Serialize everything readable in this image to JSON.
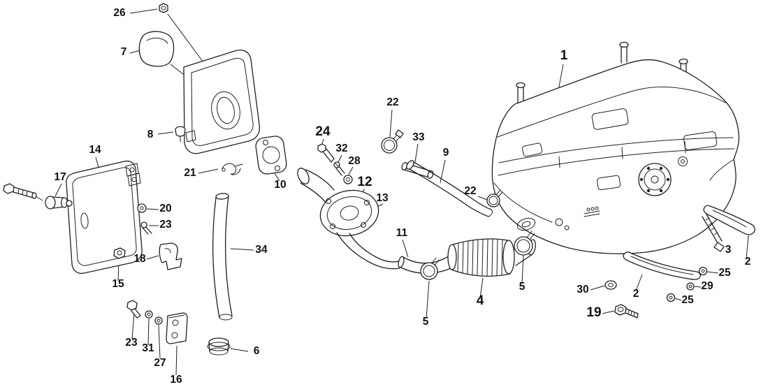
{
  "colors": {
    "background": "#ffffff",
    "line": "#1f1f1f",
    "text": "#111111"
  },
  "diagram": {
    "kind": "exploded-parts-diagram",
    "subject": "fuel-tank-assembly"
  },
  "labels": [
    {
      "text": "26",
      "part": "nut"
    },
    {
      "text": "7",
      "part": "filler-cap"
    },
    {
      "text": "8",
      "part": "grommet"
    },
    {
      "text": "14",
      "part": "filler-lid-housing"
    },
    {
      "text": "17",
      "part": "lid-latch"
    },
    {
      "text": "21",
      "part": "wire-clip"
    },
    {
      "text": "10",
      "part": "gasket-plate"
    },
    {
      "text": "24",
      "part": "bolt"
    },
    {
      "text": "32",
      "part": "screw"
    },
    {
      "text": "28",
      "part": "washer"
    },
    {
      "text": "22",
      "part": "hose-clamp"
    },
    {
      "text": "33",
      "part": "joint-tube"
    },
    {
      "text": "9",
      "part": "breather-pipe"
    },
    {
      "text": "22",
      "part": "hose-clamp"
    },
    {
      "text": "12",
      "part": "filler-neck-assembly"
    },
    {
      "text": "13",
      "part": "filler-neck-flange"
    },
    {
      "text": "11",
      "part": "connecting-hose"
    },
    {
      "text": "20",
      "part": "washer"
    },
    {
      "text": "23",
      "part": "screw"
    },
    {
      "text": "18",
      "part": "hook-bracket"
    },
    {
      "text": "15",
      "part": "nut"
    },
    {
      "text": "34",
      "part": "drain-hose"
    },
    {
      "text": "23",
      "part": "screw"
    },
    {
      "text": "31",
      "part": "washer"
    },
    {
      "text": "27",
      "part": "washer"
    },
    {
      "text": "16",
      "part": "bracket"
    },
    {
      "text": "6",
      "part": "grommet"
    },
    {
      "text": "5",
      "part": "hose-clamp"
    },
    {
      "text": "4",
      "part": "corrugated-filler-hose"
    },
    {
      "text": "5",
      "part": "hose-clamp"
    },
    {
      "text": "2",
      "part": "tank-strap"
    },
    {
      "text": "3",
      "part": "strap-bolt"
    },
    {
      "text": "25",
      "part": "washer"
    },
    {
      "text": "29",
      "part": "washer"
    },
    {
      "text": "30",
      "part": "grommet"
    },
    {
      "text": "25",
      "part": "washer"
    },
    {
      "text": "2",
      "part": "tank-strap"
    },
    {
      "text": "19",
      "part": "bolt"
    },
    {
      "text": "1",
      "part": "fuel-tank"
    }
  ]
}
